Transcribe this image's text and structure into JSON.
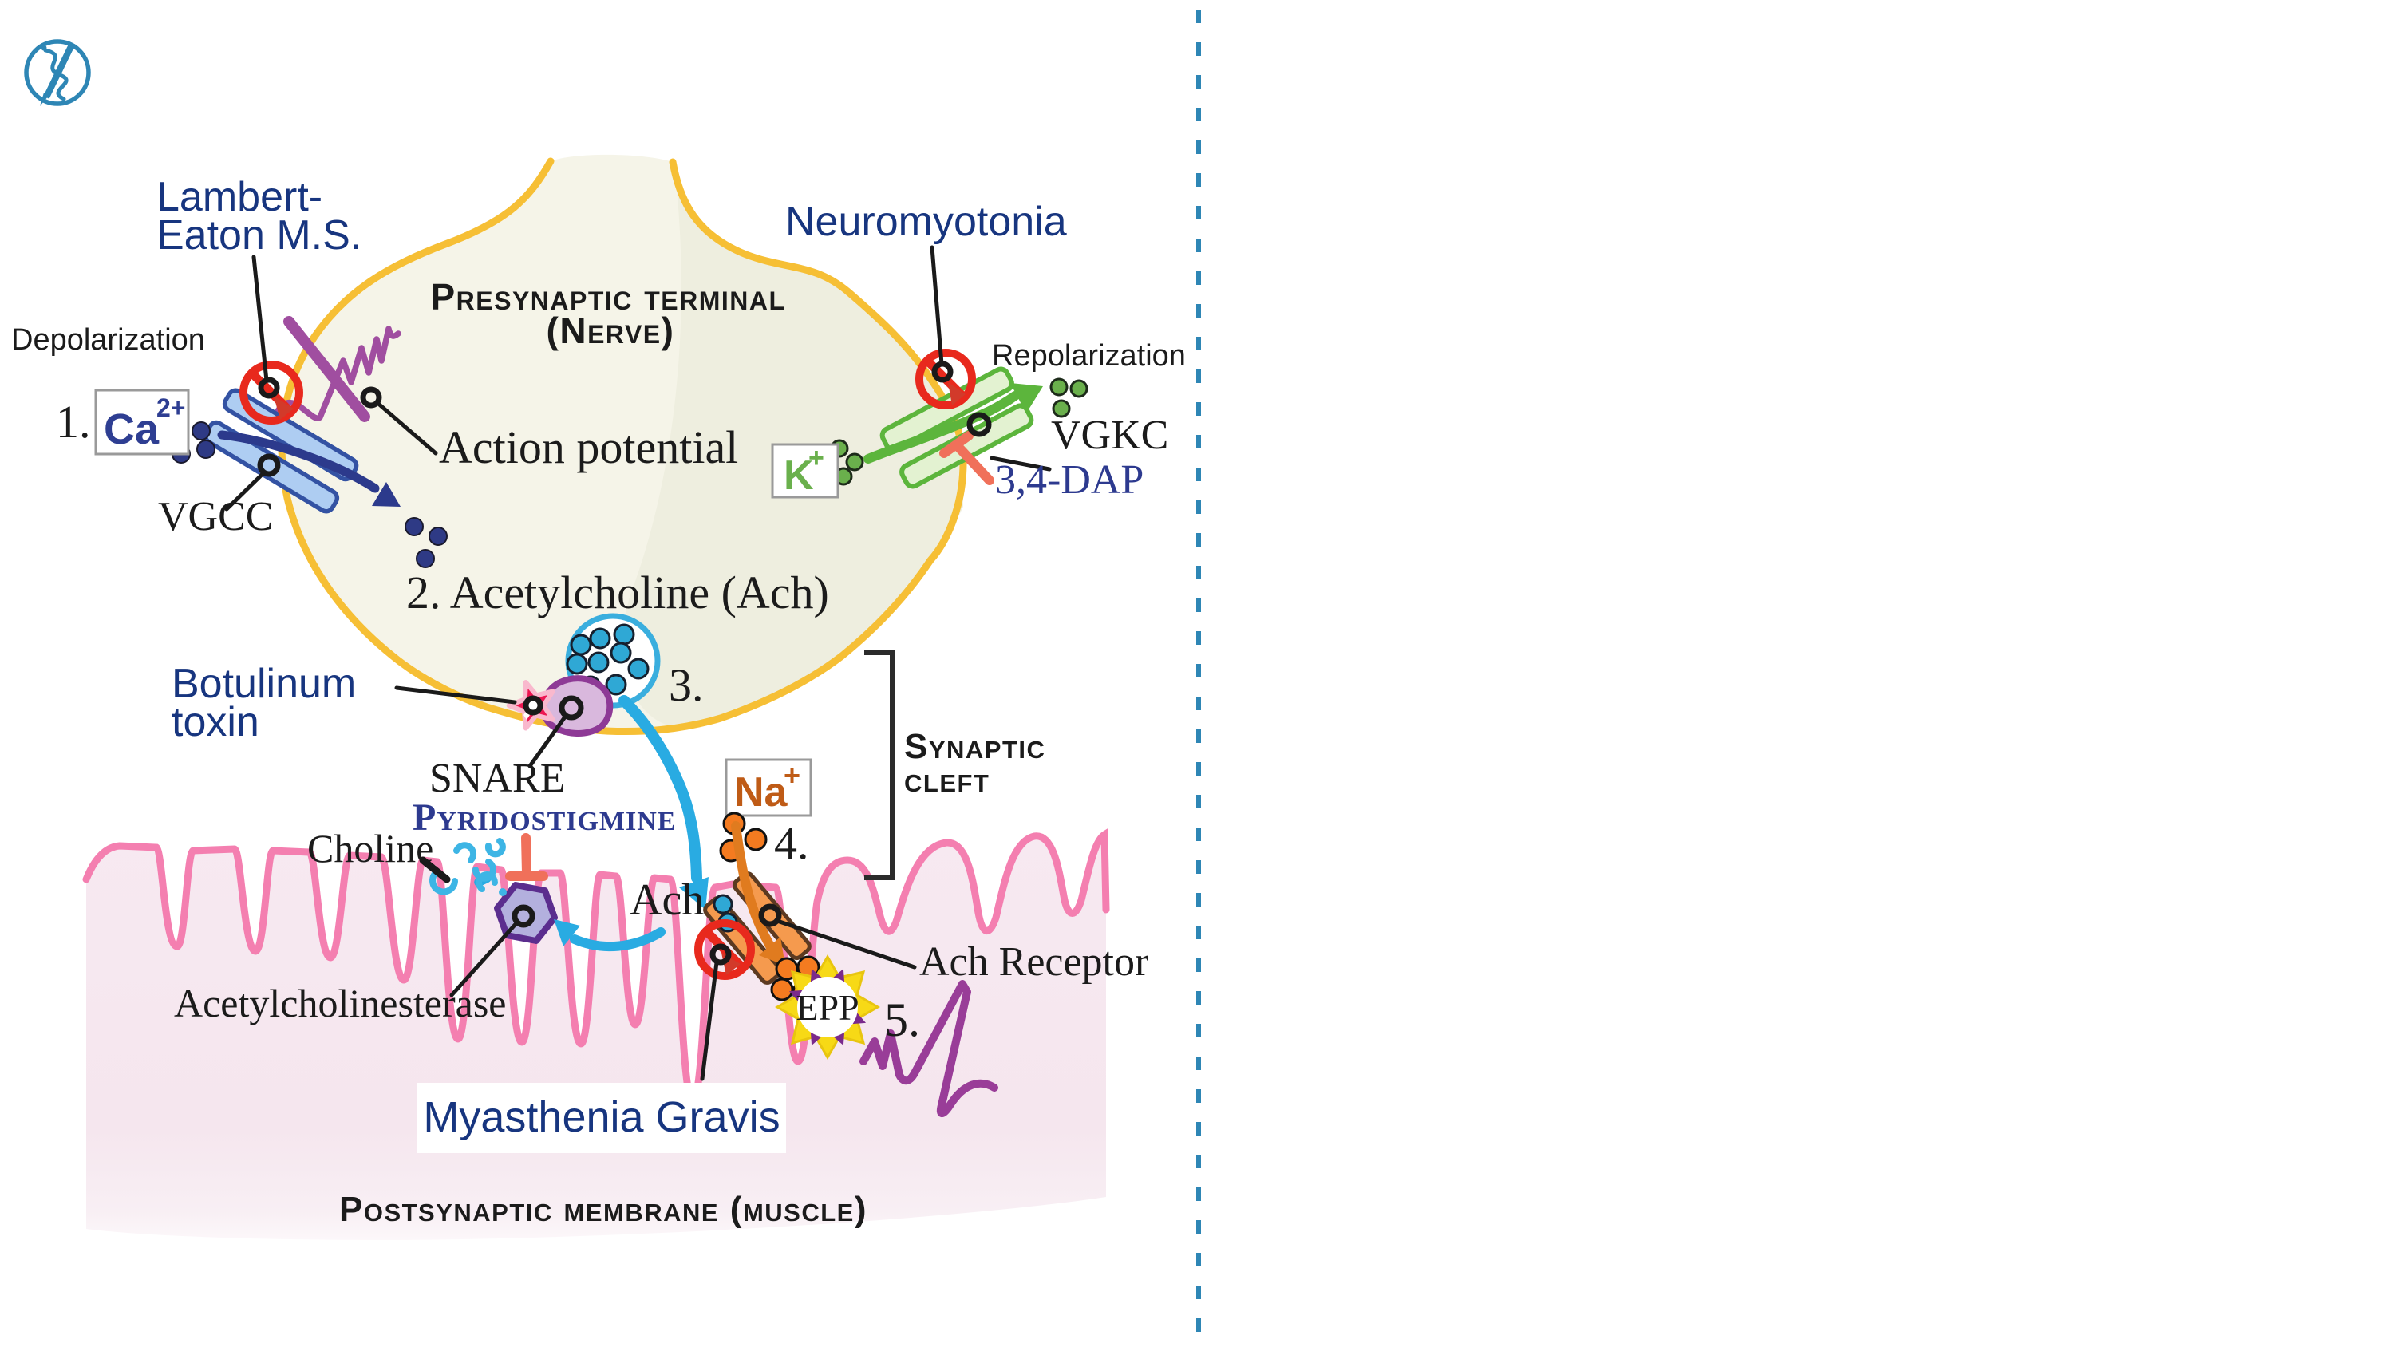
{
  "page": {
    "background": "#ffffff"
  },
  "divider": {
    "style": "dashed-vertical-line",
    "color": "#2e86b5"
  },
  "logo": {
    "icon": "rod-of-asclepius-icon",
    "color": "#2e86b5"
  },
  "nerve": {
    "title": "Presynaptic terminal",
    "subtitle": "(Nerve)",
    "depolarization": "Depolarization",
    "repolarization": "Repolarization",
    "action_potential": "Action potential",
    "step1": "1.",
    "ca": "Ca",
    "ca_charge": "2+",
    "vgcc": "VGCC",
    "k": "K",
    "k_charge": "+",
    "vgkc": "VGKC",
    "step2": "2. Acetylcholine (Ach)",
    "step3": "3.",
    "snare": "SNARE"
  },
  "diseases": {
    "lambert1": "Lambert-",
    "lambert2": "Eaton M.S.",
    "neuromyotonia": "Neuromyotonia",
    "botulinum1": "Botulinum",
    "botulinum2": "toxin",
    "myasthenia": "Myasthenia Gravis"
  },
  "drugs": {
    "dap": "3,4-DAP",
    "pyridostigmine": "Pyridostigmine"
  },
  "cleft": {
    "label1": "Synaptic",
    "label2": "cleft",
    "na": "Na",
    "na_charge": "+",
    "step4": "4.",
    "ach": "Ach"
  },
  "muscle": {
    "title": "Postsynaptic membrane (muscle)",
    "ach_receptor": "Ach Receptor",
    "epp": "EPP",
    "step5": "5.",
    "choline": "Choline",
    "acetylcholinesterase": "Acetylcholinesterase"
  },
  "colors": {
    "membrane_yellow": "#f6bf35",
    "nerve_fill": "#f5f4e8",
    "nerve_shade": "#ececdc",
    "navy_label": "#17357f",
    "serif_blue": "#2d3a8f",
    "prohibition_red": "#e8291d",
    "inhibitor_salmon": "#f0705a",
    "potassium_green": "#5cb53c",
    "potassium_text": "#6ab04c",
    "calcium_navy": "#2e3a85",
    "vgcc_fill": "#aecdf2",
    "vgcc_stroke": "#3352a3",
    "vesicle_blue": "#3aaede",
    "ach_dot": "#2fa8d5",
    "ach_cyan": "#29abe2",
    "sodium_text": "#bf5b16",
    "sodium_orange": "#f47b20",
    "receptor_fill": "#f59a4e",
    "receptor_stroke": "#5c3a21",
    "epp_yellow": "#f7d916",
    "epp_purple": "#7a2a8c",
    "muscle_pink": "#f47fb0",
    "muscle_fill": "#f7e9f1",
    "botulinum_pink": "#ed1651",
    "snare_fill": "#d9b8dd",
    "snare_purple": "#8e3a96",
    "ache_fill": "#b3b0de",
    "ache_purple": "#5b2d8e",
    "ap_purple": "#a04ea0",
    "muscle_ap_purple": "#993d98"
  }
}
